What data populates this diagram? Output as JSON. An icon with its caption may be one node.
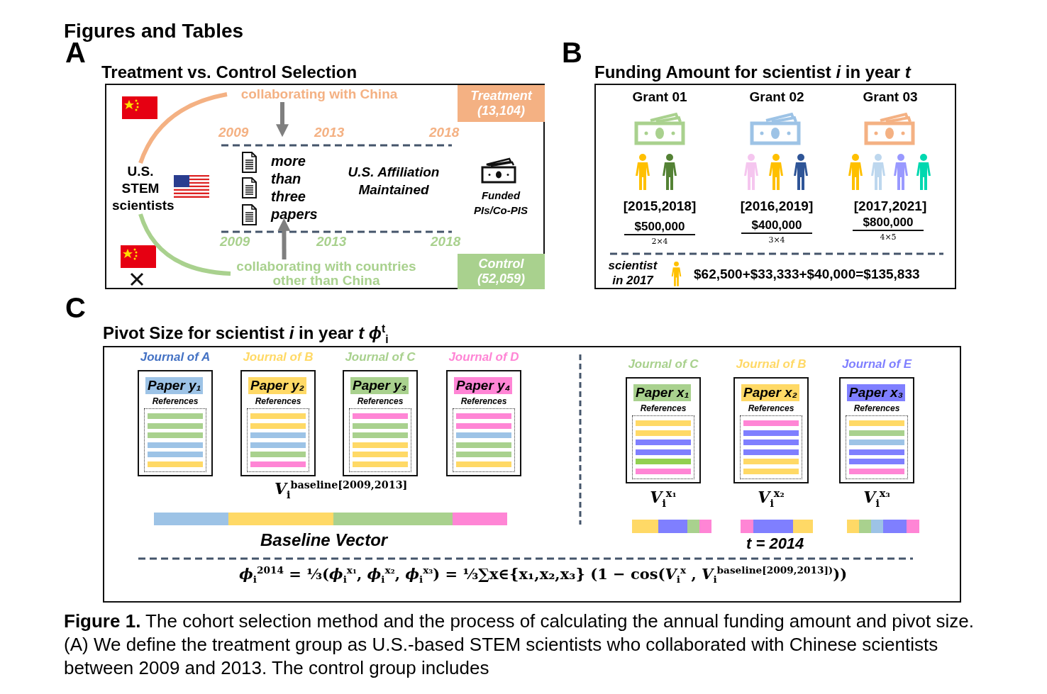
{
  "diagram": {
    "title": "Figures and Tables",
    "caption": "**Figure 1.** The cohort selection method and the process of calculating the annual funding amount and pivot size. (A) We define the treatment group as U.S.-based STEM scientists who collaborated with Chinese scientists between 2009 and 2013. The control group includes",
    "nodes": [
      {
        "text": [
          "Treatment vs. Control Selection"
        ]
      },
      {
        "text": [
          "collaborating with China"
        ],
        "in": 0
      },
      {
        "text": [
          "Treatment (13,104)"
        ],
        "in": 0
      },
      {
        "text": [
          "U.S. STEM scientists"
        ],
        "in": 0
      },
      {
        "text": [
          "more than three papers"
        ],
        "in": 0
      },
      {
        "text": [
          "U.S. Affiliation Maintained"
        ],
        "in": 0
      },
      {
        "text": [
          "Funded PIs/Co-PIS"
        ],
        "in": 0
      },
      {
        "text": [
          "collaborating with countries other than China"
        ],
        "in": 0
      },
      {
        "text": [
          "Control (52,059)"
        ],
        "in": 0
      },
      {
        "text": [
          "Funding Amount for scientist *i* in year *t*"
        ]
      },
      {
        "text": [
          "Pivot Size for scientist *i* in year *t* *ϕ*$^{t}$$_{i}$"
        ]
      },
      {
        "text": [
          "Paper y₁",
          "References"
        ],
        "beside": [
          "Journal of A"
        ],
        "in": 10
      },
      {
        "text": [
          "Paper y₂",
          "References"
        ],
        "beside": [
          "Journal of B"
        ],
        "in": 10
      },
      {
        "text": [
          "Paper y₃",
          "References"
        ],
        "beside": [
          "Journal of C"
        ],
        "in": 10
      },
      {
        "text": [
          "Paper y₄",
          "References"
        ],
        "beside": [
          "Journal of D"
        ],
        "in": 10
      },
      {
        "text": [
          "Paper x₁",
          "References"
        ],
        "beside": [
          "Journal of C",
          "*V*$_{i}$$^{x₁}$"
        ],
        "in": 10
      },
      {
        "text": [
          "Paper x₂",
          "References"
        ],
        "beside": [
          "Journal of B",
          "*V*$_{i}$$^{x₂}$"
        ],
        "in": 10
      },
      {
        "text": [
          "Paper x₃",
          "References"
        ],
        "beside": [
          "Journal of E",
          "*V*$_{i}$$^{x₃}$"
        ],
        "in": 10
      }
    ],
    "edges": [
      {
        "from": 3,
        "to": 1,
        "arrow": "none",
        "color": "#f4b183"
      },
      {
        "from": 1,
        "to": null,
        "arrow": "to",
        "color": "#7f7f7f"
      },
      {
        "from": 3,
        "to": 7,
        "arrow": "none",
        "color": "#a9d18e"
      },
      {
        "from": 7,
        "to": 4,
        "arrow": "to",
        "color": "#7f7f7f"
      }
    ],
    "labels": [
      "A",
      "2009",
      "2013",
      "2018",
      "2009",
      "2013",
      "2018",
      "B",
      "Grant 01",
      "Grant 02",
      "Grant 03",
      "[2015,2018]",
      "[2016,2019]",
      "[2017,2021]",
      "$500,000",
      "2×4",
      "$400,000",
      "3×4",
      "$800,000",
      "4×5",
      "scientist in 2017",
      "$62,500+$33,333+$40,000=$135,833",
      "C",
      "*V*$_{i}$$^{baseline[2009,2013]}$",
      "Baseline Vector",
      "t = 2014",
      "*ϕ*$_{i}$$^{2014}$ = ⅓(*ϕ*$_{i}$$^{x₁}$, *ϕ*$_{i}$$^{x₂}$, *ϕ*$_{i}$$^{x₃}$) = ⅓∑x∈{x₁,x₂,x₃} (1 − cos(*V*$_{i}$$^{x}$ , *V*$_{i}$$^{baseline[2009,2013])}$))"
    ]
  }
}
